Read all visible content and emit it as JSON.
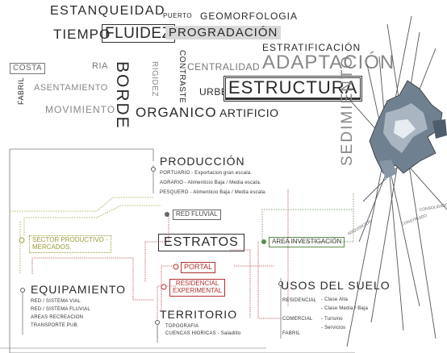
{
  "cloud": {
    "estanqueidad": "ESTANQUEIDAD",
    "puerto": "PUERTO",
    "geomorfologia": "GEOMORFOLOGIA",
    "tiempo": "TIEMPO",
    "fluidez": "FLUIDEZ",
    "progradacion": "PROGRADACIÓN",
    "estratificacion": "ESTRATIFICACIÓN",
    "costa": "COSTA",
    "ria": "RIA",
    "borde": "BORDE",
    "rigidez": "RIGIDEZ",
    "contraste": "CONTRASTE",
    "centralidad": "CENTRALIDAD",
    "adaptacion": "ADAPTACIÓN",
    "fabril": "FABRIL",
    "asentamiento": "ASENTAMIENTO",
    "urbe": "URBE",
    "estructura": "ESTRUCTURA",
    "movimiento": "MOVIMIENTO",
    "organico": "ORGANICO",
    "artificio": "ARTIFICIO",
    "sedimiento": "SEDIMIENTO"
  },
  "diagram": {
    "produccion": {
      "title": "PRODUCCIÓN",
      "items": [
        "PORTUARIO - Exportacion gran escala.",
        "AGRARIO - Alimenticio Baja / Media escala.",
        "PESQUERO - Alimenticio Baja / Media escala."
      ]
    },
    "red_fluvial": "RED FLUVIAL",
    "sector_productivo": [
      "SECTOR PRODUCTIVO -",
      "MERCADOS."
    ],
    "estratos": "ESTRATOS",
    "area_investigacion": "AREA INVESTIGACIÓN",
    "portal": "PORTAL",
    "residencial_experimental": [
      "RESIDENCIAL",
      "EXPERIMENTAL"
    ],
    "equipamiento": {
      "title": "EQUIPAMIENTO",
      "items": [
        "RED / SISTEMA VIAL",
        "RED / SISTEMA FLUVIAL",
        "AREAS RECREACION",
        "TRANSPORTE PUB."
      ]
    },
    "territorio": {
      "title": "TERRITORIO",
      "items": [
        "TOPOGRAFIA",
        "CUENCAS HIDRICAS - Saladillo"
      ]
    },
    "usos_del_suelo": {
      "title": "USOS DEL SUELO",
      "items": [
        "RESIDENCIAL",
        "COMERCIAL",
        "FABRIL"
      ],
      "details": [
        "- Clase Alta",
        "- Clase Media / Baja",
        "- Turismo",
        "- Servicios"
      ]
    }
  },
  "colors": {
    "ink": "#2a2a2a",
    "grey": "#8a8a8a",
    "olive": "#9a9a3a",
    "green": "#5a8a4a",
    "red": "#b03030",
    "highlight": "#d8d8d8"
  }
}
